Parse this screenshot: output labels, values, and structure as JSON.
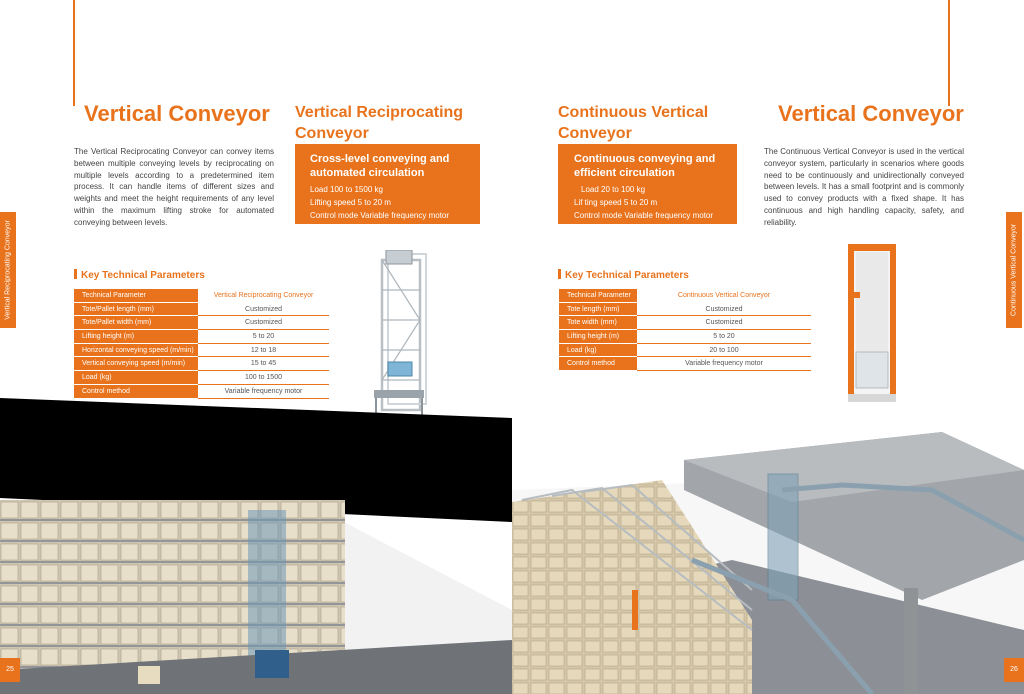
{
  "left": {
    "title": "Vertical Conveyor",
    "subtitle": "Vertical Reciprocating Conveyor",
    "description": "The Vertical Reciprocating Conveyor can convey items between multiple conveying levels by reciprocating on multiple levels according to a predetermined item process. It can handle items of different sizes and weights and meet the height requirements of any level within the maximum lifting stroke for automated conveying between levels.",
    "feature_box": {
      "heading": "Cross-level conveying and automated circulation",
      "lines": [
        "Load 100 to 1500 kg",
        "Lifting speed 5 to 20 m",
        "Control mode Variable frequency motor"
      ]
    },
    "side_tab": "Vertical Reciprocating Conveyor",
    "params_heading": "Key Technical Parameters",
    "params": {
      "header": [
        "Technical Parameter",
        "Vertical Reciprocating Conveyor"
      ],
      "rows": [
        [
          "Tote/Pallet length (mm)",
          "Customized"
        ],
        [
          "Tote/Pallet width (mm)",
          "Customized"
        ],
        [
          "Lifting height (m)",
          "5 to 20"
        ],
        [
          "Horizontal conveying speed (m/min)",
          "12 to 18"
        ],
        [
          "Vertical conveying speed (m/min)",
          "15 to 45"
        ],
        [
          "Load (kg)",
          "100 to 1500"
        ],
        [
          "Control method",
          "Variable frequency motor"
        ]
      ]
    },
    "page_number": "25"
  },
  "right": {
    "title": "Vertical Conveyor",
    "subtitle": "Continuous Vertical Conveyor",
    "description": "The Continuous Vertical Conveyor is used in the vertical conveyor system, particularly in scenarios where goods need to be continuously and unidirectionally conveyed between levels. It has a small footprint and is commonly used to convey products with a fixed shape. It has continuous and high handling capacity, safety, and reliability.",
    "feature_box": {
      "heading": "Continuous conveying and efficient circulation",
      "lines": [
        "Load 20 to 100 kg",
        "Lif ting speed 5 to 20 m",
        "Control mode Variable frequency motor"
      ]
    },
    "side_tab": "Continuous Vertical Conveyor",
    "params_heading": "Key Technical Parameters",
    "params": {
      "header": [
        "Technical Parameter",
        "Continuous Vertical Conveyor"
      ],
      "rows": [
        [
          "Tote length (mm)",
          "Customized"
        ],
        [
          "Tote width (mm)",
          "Customized"
        ],
        [
          "Lifting height (m)",
          "5 to 20"
        ],
        [
          "Load (kg)",
          "20 to 100"
        ],
        [
          "Control method",
          "Variable frequency motor"
        ]
      ]
    },
    "page_number": "26"
  },
  "colors": {
    "accent": "#e8731c",
    "black_band": "#000000"
  }
}
